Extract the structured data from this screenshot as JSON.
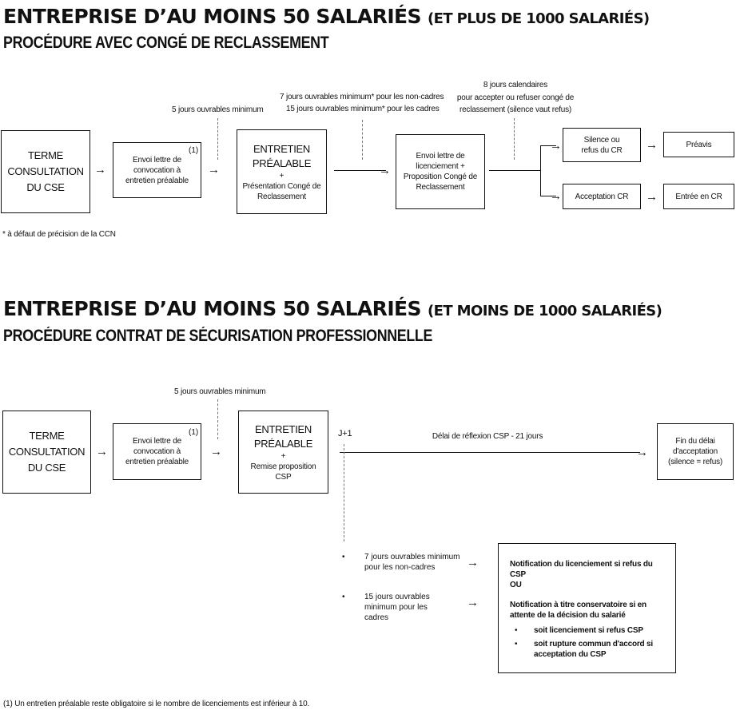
{
  "section1": {
    "title_main": "ENTREPRISE D’AU MOINS 50 SALARIÉS",
    "title_paren": "(ET PLUS DE 1000 SALARIÉS)",
    "subtitle": "PROCÉDURE AVEC CONGÉ DE RECLASSEMENT",
    "box_terme": "TERME CONSULTATION DU CSE",
    "box_envoi": "Envoi lettre de convocation à entretien préalable",
    "note_ref": "(1)",
    "delay_5": "5 jours ouvrables minimum",
    "box_entretien_title": "ENTRETIEN PRÉALABLE",
    "plus": "+",
    "box_entretien_sub": "Présentation Congé de Reclassement",
    "delay_7": "7 jours ouvrables minimum* pour les non-cadres",
    "delay_15": "15 jours ouvrables minimum* pour les cadres",
    "box_licenciement": "Envoi lettre de licenciement + Proposition Congé de Reclassement",
    "delay_8_l1": "8 jours calendaires",
    "delay_8_l2": "pour accepter ou refuser congé de",
    "delay_8_l3": "reclassement (silence vaut refus)",
    "box_silence": "Silence ou refus du CR",
    "box_acceptation": "Acceptation CR",
    "box_preavis": "Préavis",
    "box_entree": "Entrée en CR",
    "footnote": "*  à défaut de précision de la CCN"
  },
  "section2": {
    "title_main": "ENTREPRISE D’AU MOINS 50 SALARIÉS",
    "title_paren": "(ET MOINS DE 1000 SALARIÉS)",
    "subtitle": "PROCÉDURE CONTRAT DE SÉCURISATION PROFESSIONNELLE",
    "delay_5": "5 jours ouvrables minimum",
    "box_terme": "TERME CONSULTATION DU CSE",
    "box_envoi": "Envoi lettre de convocation à entretien préalable",
    "note_ref": "(1)",
    "box_entretien_title": "ENTRETIEN PRÉALABLE",
    "plus": "+",
    "box_entretien_sub": "Remise proposition CSP",
    "j1": "J+1",
    "delai_reflexion": "Délai de réflexion CSP - 21 jours",
    "box_fin": "Fin du délai d'acceptation (silence = refus)",
    "bullet_7": "7 jours ouvrables minimum pour les non-cadres",
    "bullet_15": "15 jours ouvrables minimum pour les cadres",
    "notif_1": "Notification du licenciement si refus du CSP",
    "notif_ou": "OU",
    "notif_2": "Notification à titre conservatoire si en attente de la décision du salarié",
    "notif_b1": "soit licenciement si refus CSP",
    "notif_b2": "soit rupture commun d'accord si acceptation du CSP"
  },
  "footnote": "(1) Un entretien préalable reste obligatoire si le nombre de licenciements est inférieur à 10."
}
